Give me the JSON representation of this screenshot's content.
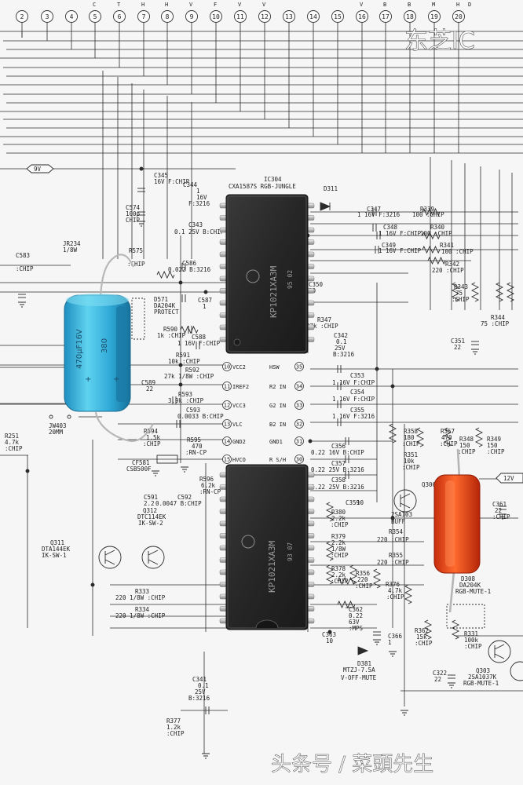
{
  "header_numbers": [
    "2",
    "3",
    "4",
    "5",
    "6",
    "7",
    "8",
    "9",
    "10",
    "11",
    "12",
    "13",
    "14",
    "15",
    "16",
    "17",
    "18",
    "19",
    "20"
  ],
  "header_letters": [
    "C",
    "T",
    "H",
    "H",
    "V",
    "F",
    "V",
    "V",
    "V",
    "B",
    "B",
    "M",
    "H",
    "D"
  ],
  "voltage_9v": "9V",
  "voltage_12v": "12V",
  "ic1": {
    "ref": "IC304",
    "part": "CXA1587S RGB-JUNGLE",
    "marking": "KP1021XA3M",
    "date": "95 02"
  },
  "ic2": {
    "marking": "KP1021XA3M",
    "date": "93 07"
  },
  "ic_pins_left": [
    "VCC2",
    "IREF2",
    "VCC3",
    "VLC",
    "GND2",
    "HVCO"
  ],
  "ic_pins_right": [
    "HSW",
    "R2 IN",
    "G2 IN",
    "B2 IN",
    "GND1",
    "R S/H"
  ],
  "ic_pin_numbers_left": [
    "10",
    "11",
    "12",
    "13",
    "14",
    "15"
  ],
  "ic_pin_numbers_right": [
    "35",
    "34",
    "33",
    "32",
    "31",
    "30"
  ],
  "capacitor_marking": "470μF16V",
  "capacitor_marking2": "380",
  "labels_top": [
    {
      "t": "C344"
    },
    {
      "t": "1"
    },
    {
      "t": "16V"
    },
    {
      "t": "F:3216"
    },
    {
      "t": "C343"
    },
    {
      "t": "0.1 25V B:CHIP"
    },
    {
      "t": "C574"
    },
    {
      "t": "100p"
    },
    {
      "t": "CHIP"
    },
    {
      "t": "C345"
    },
    {
      "t": "16V F:CHIP"
    },
    {
      "t": "JR234"
    },
    {
      "t": "1/8W"
    },
    {
      "t": "R575"
    },
    {
      "t": ":CHIP"
    },
    {
      "t": "C586"
    },
    {
      "t": "0.022 B:3216"
    },
    {
      "t": "D571"
    },
    {
      "t": "DA204K"
    },
    {
      "t": "PROTECT"
    },
    {
      "t": "C587"
    },
    {
      "t": "1"
    },
    {
      "t": "R590"
    },
    {
      "t": "1k :CHIP"
    },
    {
      "t": "C588"
    },
    {
      "t": "1 16V F:CHIP"
    },
    {
      "t": "R591"
    },
    {
      "t": "10k :CHIP"
    },
    {
      "t": "R592"
    },
    {
      "t": "27k 1/8W :CHIP"
    },
    {
      "t": "C589"
    },
    {
      "t": "22"
    },
    {
      "t": "R593"
    },
    {
      "t": "3.9k :CHIP"
    },
    {
      "t": "C593"
    },
    {
      "t": "0.0033 B:CHIP"
    },
    {
      "t": "R594"
    },
    {
      "t": "1.5k"
    },
    {
      "t": ":CHIP"
    },
    {
      "t": "R595"
    },
    {
      "t": "470"
    },
    {
      "t": ":RN-CP"
    },
    {
      "t": "CF581"
    },
    {
      "t": "CSB500F"
    },
    {
      "t": "R596"
    },
    {
      "t": "6.2k"
    },
    {
      "t": ":RN-CP"
    },
    {
      "t": "C591"
    },
    {
      "t": "2.2"
    },
    {
      "t": "C592"
    },
    {
      "t": "0.0047 B:CHIP"
    },
    {
      "t": "Q312"
    },
    {
      "t": "DTC114EK"
    },
    {
      "t": "IK-SW-2"
    },
    {
      "t": "Q311"
    },
    {
      "t": "DTA144EK"
    },
    {
      "t": "IK-SW-1"
    },
    {
      "t": "R333"
    },
    {
      "t": "220 1/8W :CHIP"
    },
    {
      "t": "R334"
    },
    {
      "t": "220 1/8W :CHIP"
    },
    {
      "t": "C341"
    },
    {
      "t": "0.1"
    },
    {
      "t": "25V"
    },
    {
      "t": "B:3216"
    },
    {
      "t": "R377"
    },
    {
      "t": "1.2k"
    },
    {
      "t": ":CHIP"
    },
    {
      "t": "JW403"
    },
    {
      "t": "20MM"
    },
    {
      "t": "R251"
    },
    {
      "t": "4.7k"
    },
    {
      "t": ":CHIP"
    },
    {
      "t": "C583"
    },
    {
      "t": ":CHIP"
    }
  ],
  "labels_right": [
    {
      "t": "D311"
    },
    {
      "t": "C347"
    },
    {
      "t": "1 16V F:3216"
    },
    {
      "t": "R339"
    },
    {
      "t": "100 :CHIP"
    },
    {
      "t": "C348"
    },
    {
      "t": "1 16V F:CHIP"
    },
    {
      "t": "R340"
    },
    {
      "t": "100 :CHIP"
    },
    {
      "t": "C349"
    },
    {
      "t": "1 16V F:CHIP"
    },
    {
      "t": "R341"
    },
    {
      "t": "100 :CHIP"
    },
    {
      "t": "R342"
    },
    {
      "t": "220 :CHIP"
    },
    {
      "t": "R343"
    },
    {
      "t": "75"
    },
    {
      "t": ":CHIP"
    },
    {
      "t": "R344"
    },
    {
      "t": "75 :CHIP"
    },
    {
      "t": "C350"
    },
    {
      "t": "10"
    },
    {
      "t": "R347"
    },
    {
      "t": "27k :CHIP"
    },
    {
      "t": "C342"
    },
    {
      "t": "0.1"
    },
    {
      "t": "25V"
    },
    {
      "t": "B:3216"
    },
    {
      "t": "C351"
    },
    {
      "t": "22"
    },
    {
      "t": "C353"
    },
    {
      "t": "1 16V F:CHIP"
    },
    {
      "t": "C354"
    },
    {
      "t": "1 16V F:CHIP"
    },
    {
      "t": "C355"
    },
    {
      "t": "1 16V F:3216"
    },
    {
      "t": "R358"
    },
    {
      "t": "180"
    },
    {
      "t": ":CHIP"
    },
    {
      "t": "R357"
    },
    {
      "t": "470"
    },
    {
      "t": ":CHIP"
    },
    {
      "t": "R348"
    },
    {
      "t": "150"
    },
    {
      "t": ":CHIP"
    },
    {
      "t": "R349"
    },
    {
      "t": "150"
    },
    {
      "t": ":CHIP"
    },
    {
      "t": "C356"
    },
    {
      "t": "0.22 16V B:CHIP"
    },
    {
      "t": "R351"
    },
    {
      "t": "10k"
    },
    {
      "t": ":CHIP"
    },
    {
      "t": "C357"
    },
    {
      "t": "0.22 25V B:3216"
    },
    {
      "t": "C358"
    },
    {
      "t": "0.22 25V B:3216"
    },
    {
      "t": "C359"
    },
    {
      "t": "10"
    },
    {
      "t": "R380"
    },
    {
      "t": "2.2k"
    },
    {
      "t": ":CHIP"
    },
    {
      "t": "R379"
    },
    {
      "t": "2.2k"
    },
    {
      "t": "1/8W"
    },
    {
      "t": ":CHIP"
    },
    {
      "t": "R354"
    },
    {
      "t": "220 :CHIP"
    },
    {
      "t": "R355"
    },
    {
      "t": "220 :CHIP"
    },
    {
      "t": "R378"
    },
    {
      "t": "2.2k"
    },
    {
      "t": ":CHIP"
    },
    {
      "t": "R356"
    },
    {
      "t": "220"
    },
    {
      "t": ":CHIP"
    },
    {
      "t": "R376"
    },
    {
      "t": "4.7k"
    },
    {
      "t": ":CHIP"
    },
    {
      "t": "C362"
    },
    {
      "t": "0.22"
    },
    {
      "t": "63V"
    },
    {
      "t": ":MPS"
    },
    {
      "t": "C363"
    },
    {
      "t": "10"
    },
    {
      "t": "C366"
    },
    {
      "t": "1"
    },
    {
      "t": "D381"
    },
    {
      "t": "MTZJ-7.5A"
    },
    {
      "t": "V-OFF-MUTE"
    },
    {
      "t": "Q306"
    },
    {
      "t": "2SA103"
    },
    {
      "t": "BUFF"
    },
    {
      "t": "C361"
    },
    {
      "t": "22"
    },
    {
      "t": ":CHIP"
    },
    {
      "t": "D308"
    },
    {
      "t": "DA204K"
    },
    {
      "t": "RGB-MUTE-1"
    },
    {
      "t": "R362"
    },
    {
      "t": "15k"
    },
    {
      "t": ":CHIP"
    },
    {
      "t": "R331"
    },
    {
      "t": "100k"
    },
    {
      "t": ":CHIP"
    },
    {
      "t": "C322"
    },
    {
      "t": "22"
    },
    {
      "t": "Q303"
    },
    {
      "t": "2SA1037K"
    },
    {
      "t": "RGB-MUTE-1"
    }
  ],
  "watermark_logo": "东芝IC",
  "watermark_footer": "头条号 / 菜頭先生"
}
